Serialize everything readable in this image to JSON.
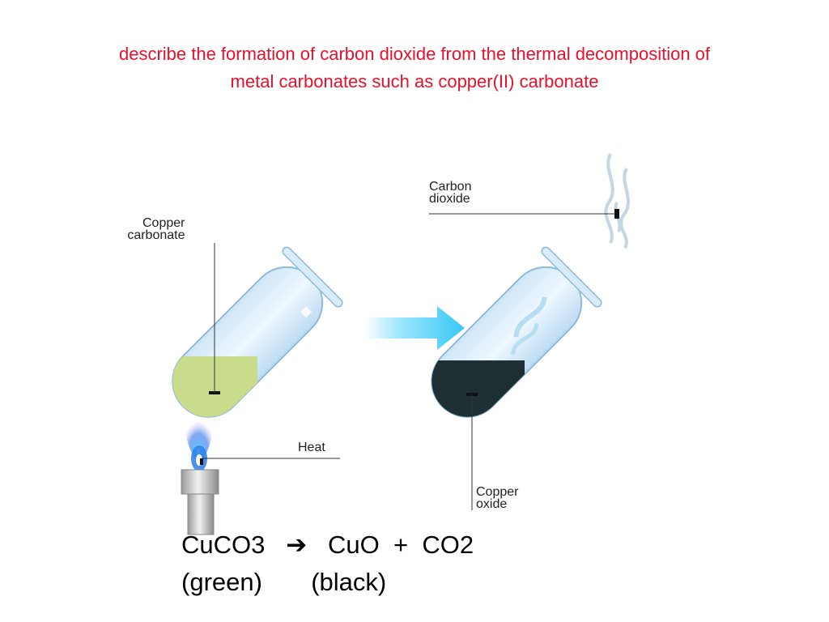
{
  "slide": {
    "title_line1": "describe the formation of carbon dioxide from the thermal decomposition of",
    "title_line2": "metal carbonates such as copper(II) carbonate",
    "title_color": "#e8102a"
  },
  "diagram": {
    "labels": {
      "copper_carbonate_1": "Copper",
      "copper_carbonate_2": "carbonate",
      "heat": "Heat",
      "carbon_dioxide_1": "Carbon",
      "carbon_dioxide_2": "dioxide",
      "copper_oxide_1": "Copper",
      "copper_oxide_2": "oxide"
    },
    "colors": {
      "copper_carbonate": "#c8dc8c",
      "copper_oxide": "#1e3034",
      "arrow": "#4fd0f8",
      "flame": "#2a7ee8",
      "tube_glass": "#dcefff"
    },
    "icons": [
      "bunsen-burner-icon",
      "test-tube-icon",
      "arrow-right-icon",
      "gas-wisp-icon"
    ]
  },
  "equation": {
    "reactant": "CuCO3",
    "arrow": "➔",
    "product1": "CuO",
    "plus": "+",
    "product2": "CO2",
    "reactant_color_note": "(green)",
    "product_color_note": "(black)"
  }
}
